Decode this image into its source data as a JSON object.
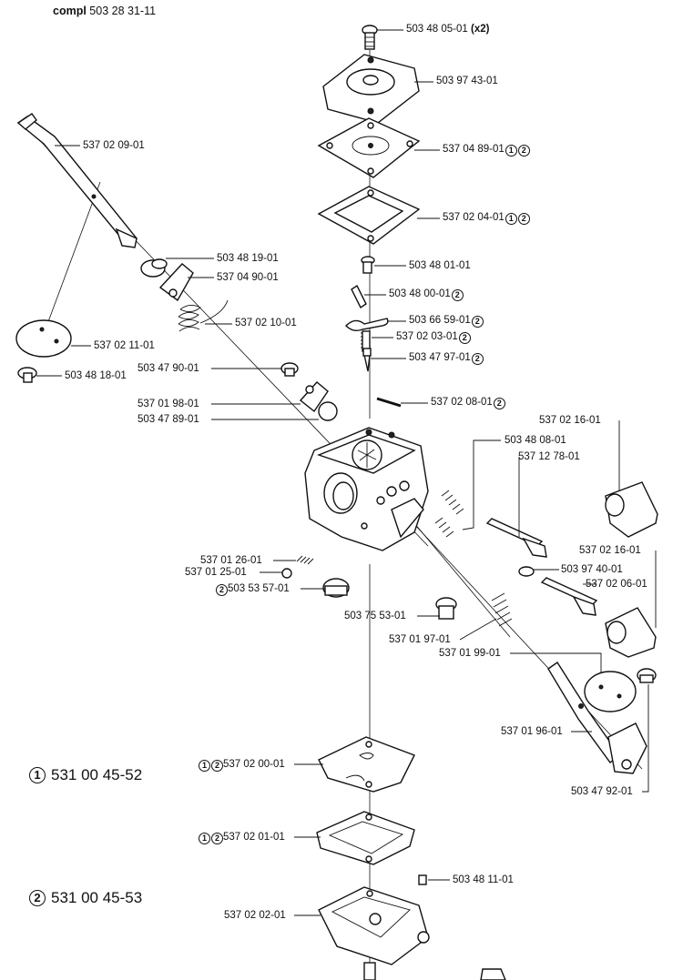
{
  "title": {
    "prefix": "compl",
    "number": "503 28 31-11"
  },
  "kits": [
    {
      "marker": "1",
      "number": "531 00 45-52"
    },
    {
      "marker": "2",
      "number": "531 00 45-53"
    }
  ],
  "labels": {
    "p01": "503 48 05-01",
    "p01_qty": "(x2)",
    "p02": "503 97 43-01",
    "p03": "537 04 89-01",
    "p04": "537 02 04-01",
    "p05": "503 48 01-01",
    "p06": "503 48 00-01",
    "p07": "503 66 59-01",
    "p08": "537 02 03-01",
    "p09": "503 47 97-01",
    "p10": "537 02 08-01",
    "p11": "537 02 09-01",
    "p12": "503 48 19-01",
    "p13": "537 04 90-01",
    "p14": "537 02 10-01",
    "p15": "537 02 11-01",
    "p16": "503 48 18-01",
    "p17": "503 47 90-01",
    "p18": "537 01 98-01",
    "p19": "503 47 89-01",
    "p20": "537 02 16-01",
    "p21": "503 48 08-01",
    "p22": "537 12 78-01",
    "p23": "537 02 16-01",
    "p24": "503 97 40-01",
    "p25": "537 02 06-01",
    "p26": "537 01 26-01",
    "p27": "537 01 25-01",
    "p28": "503 53 57-01",
    "p29": "503 75 53-01",
    "p30": "537 01 97-01",
    "p31": "537 01 99-01",
    "p32": "537 01 96-01",
    "p33": "503 47 92-01",
    "p34": "537 02 00-01",
    "p35": "537 02 01-01",
    "p36": "503 48 11-01",
    "p37": "537 02 02-01"
  },
  "markers": {
    "one": "1",
    "two": "2"
  }
}
